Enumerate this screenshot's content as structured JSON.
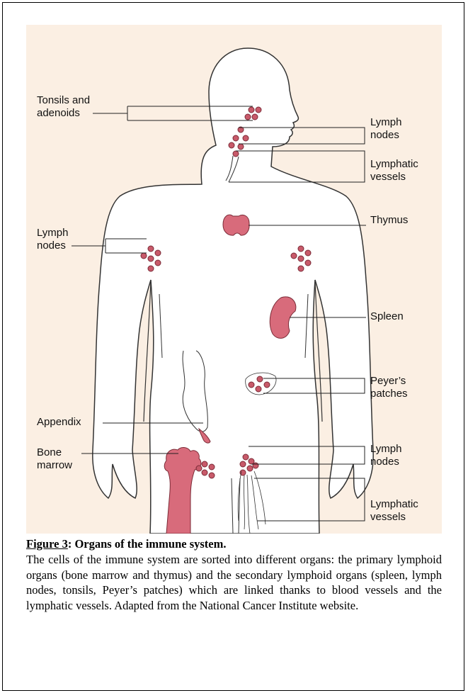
{
  "figure": {
    "labels": {
      "tonsils": "Tonsils and\nadenoids",
      "lymph_nodes_neck": "Lymph\nnodes",
      "lymphatic_vessels_neck": "Lymphatic\nvessels",
      "thymus": "Thymus",
      "lymph_nodes_arm": "Lymph\nnodes",
      "spleen": "Spleen",
      "peyers": "Peyer’s\npatches",
      "appendix": "Appendix",
      "bone_marrow": "Bone\nmarrow",
      "lymph_nodes_groin": "Lymph\nnodes",
      "lymphatic_vessels_groin": "Lymphatic\nvessels"
    }
  },
  "caption": {
    "figure_number": "Figure 3",
    "title": ": Organs of the immune system.",
    "body": "The cells of the immune system are sorted into different organs: the primary lymphoid organs (bone marrow and thymus) and the secondary lymphoid organs (spleen, lymph nodes, tonsils, Peyer’s patches) which are linked thanks to blood vessels and the lymphatic vessels. Adapted from the National Cancer Institute website."
  },
  "colors": {
    "background": "#fbefe3",
    "organ": "#d86b7b",
    "node_fill": "#c85a6a",
    "outline": "#333333"
  }
}
